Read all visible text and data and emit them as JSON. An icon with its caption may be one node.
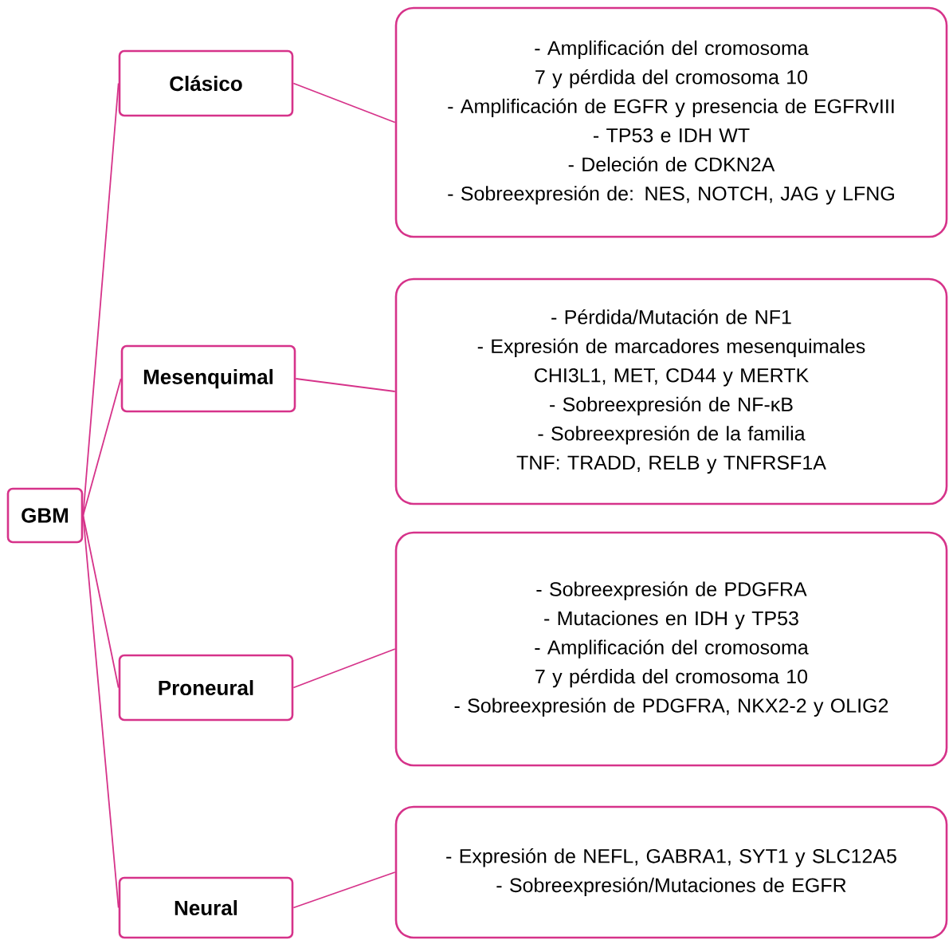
{
  "diagram": {
    "nodes": [
      {
        "text": [
          "GBM"
        ]
      },
      {
        "text": [
          "Clásico"
        ]
      },
      {
        "text": [
          "Mesenquimal"
        ]
      },
      {
        "text": [
          "Proneural"
        ]
      },
      {
        "text": [
          "Neural"
        ]
      },
      {
        "text": [
          "- Amplificación del cromosoma 7 y pérdida del cromosoma 10",
          "- Amplificación de EGFR y presencia de EGFRvIII",
          "- TP53 e IDH WT",
          "- Deleción de CDKN2A",
          "- Sobreexpresión de: NES, NOTCH, JAG y LFNG"
        ]
      },
      {
        "text": [
          "- Pérdida/Mutación de NF1",
          "- Expresión de marcadores mesenquimales CHI3L1, MET, CD44 y MERTK",
          "- Sobreexpresión de NF-κB",
          "- Sobreexpresión de la familia TNF: TRADD, RELB y TNFRSF1A"
        ]
      },
      {
        "text": [
          "- Sobreexpresión de PDGFRA",
          "- Mutaciones en IDH y TP53",
          "- Amplificación del cromosoma 7 y pérdida del cromosoma 10",
          "- Sobreexpresión de PDGFRA, NKX2-2 y OLIG2"
        ]
      },
      {
        "text": [
          "- Expresión de NEFL, GABRA1, SYT1 y SLC12A5",
          "- Sobreexpresión/Mutaciones de EGFR"
        ]
      }
    ],
    "edges": [
      {
        "from": 0,
        "to": 1,
        "arrow": "none"
      },
      {
        "from": 0,
        "to": 2,
        "arrow": "none"
      },
      {
        "from": 0,
        "to": 3,
        "arrow": "none"
      },
      {
        "from": 0,
        "to": 4,
        "arrow": "none"
      },
      {
        "from": 1,
        "to": 5,
        "arrow": "none"
      },
      {
        "from": 2,
        "to": 6,
        "arrow": "none"
      },
      {
        "from": 3,
        "to": 7,
        "arrow": "none"
      },
      {
        "from": 4,
        "to": 8,
        "arrow": "none"
      }
    ]
  }
}
